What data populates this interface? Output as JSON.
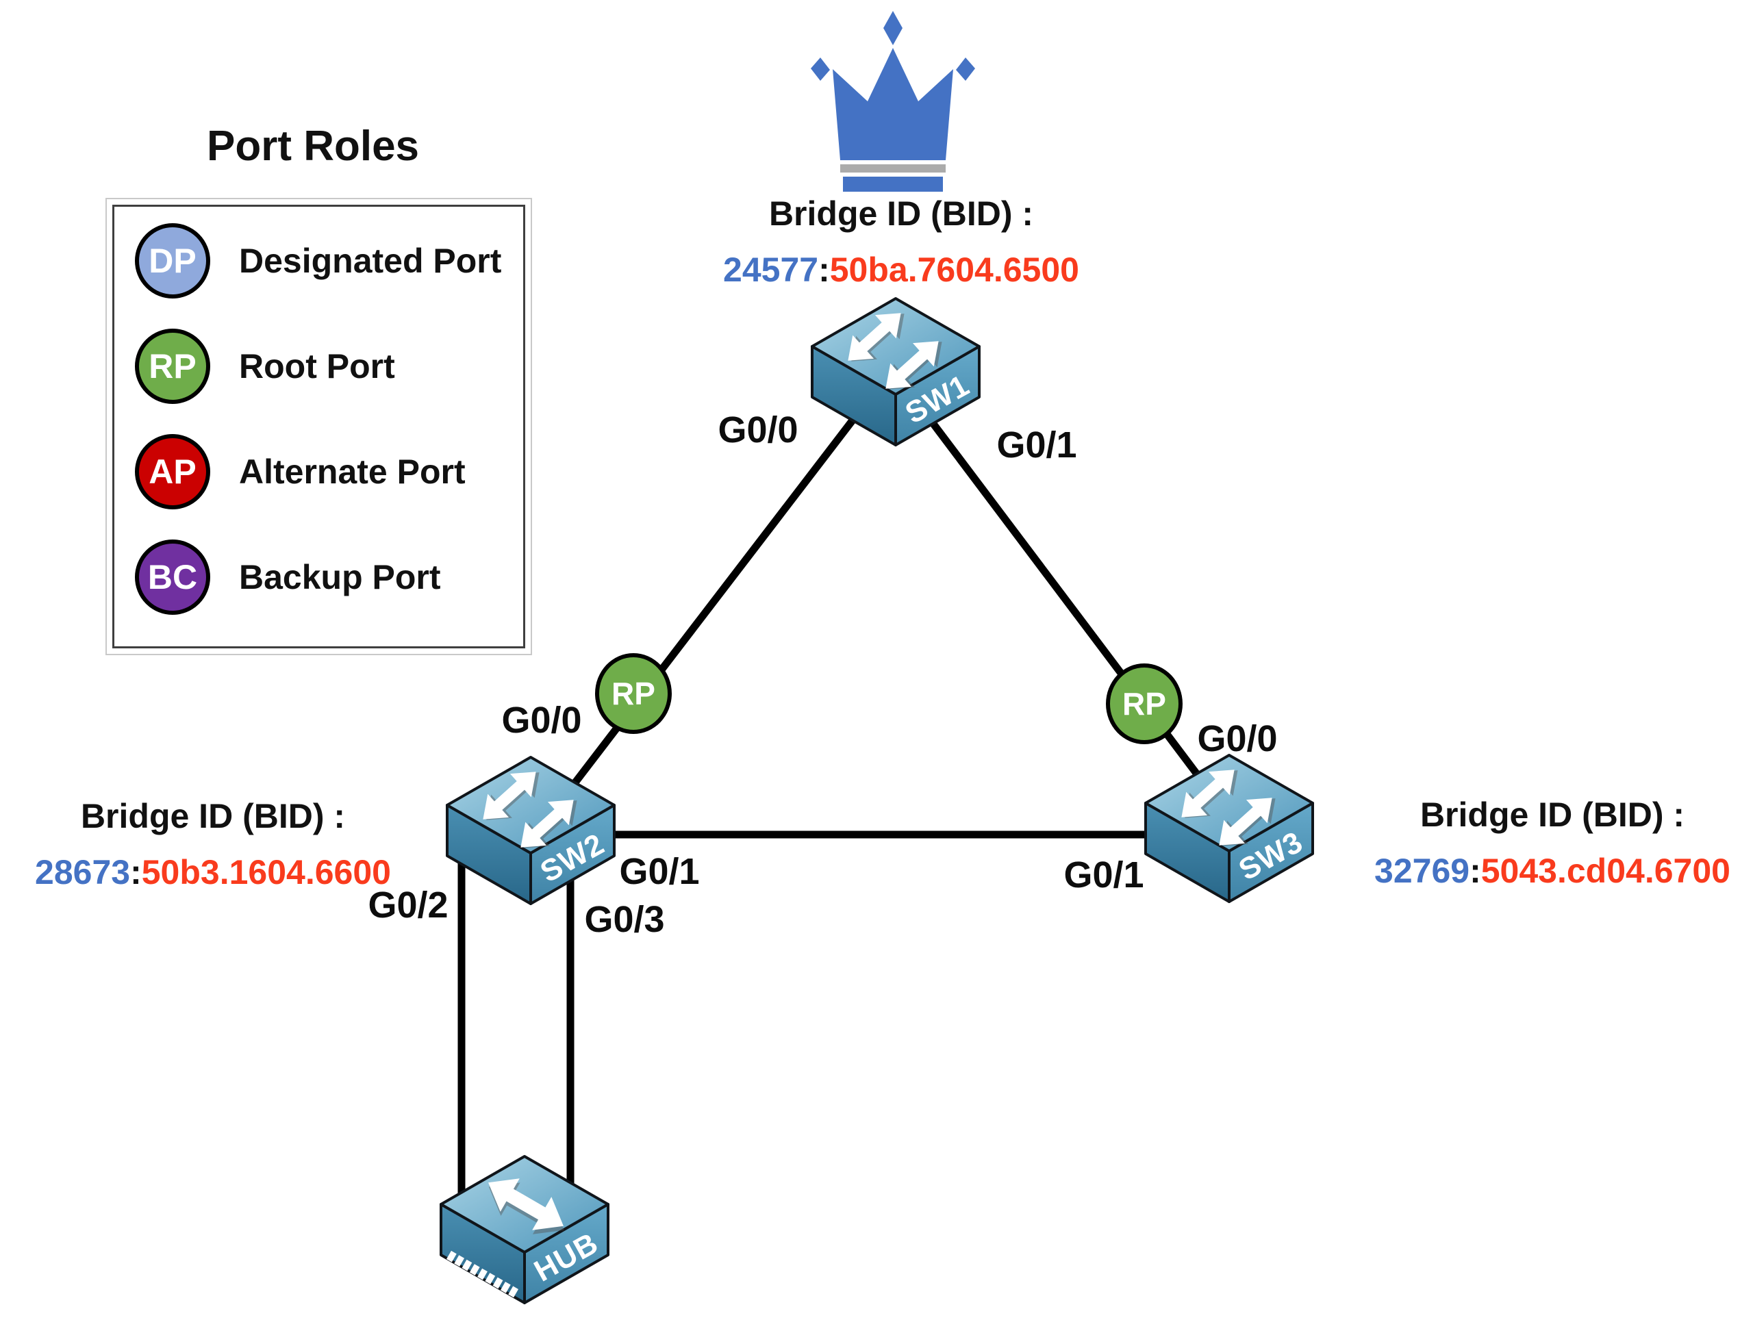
{
  "legend": {
    "title": "Port Roles",
    "items": [
      {
        "abbr": "DP",
        "label": "Designated Port",
        "color": "#8FA9DC"
      },
      {
        "abbr": "RP",
        "label": "Root Port",
        "color": "#6FAD4A"
      },
      {
        "abbr": "AP",
        "label": "Alternate Port",
        "color": "#CB0101"
      },
      {
        "abbr": "BC",
        "label": "Backup Port",
        "color": "#7030A0"
      }
    ]
  },
  "devices": {
    "sw1": "SW1",
    "sw2": "SW2",
    "sw3": "SW3",
    "hub": "HUB"
  },
  "bridge_ids": {
    "sw1": {
      "heading": "Bridge ID (BID) :",
      "priority": "24577",
      "colon": ":",
      "mac": "50ba.7604.6500"
    },
    "sw2": {
      "heading": "Bridge ID (BID) :",
      "priority": "28673",
      "colon": ":",
      "mac": "50b3.1604.6600"
    },
    "sw3": {
      "heading": "Bridge ID (BID) :",
      "priority": "32769",
      "colon": ":",
      "mac": "5043.cd04.6700"
    }
  },
  "ports": {
    "sw1": {
      "left": "G0/0",
      "right": "G0/1"
    },
    "sw2": {
      "top": "G0/0",
      "right": "G0/1",
      "bottom_left": "G0/2",
      "bottom_right": "G0/3"
    },
    "sw3": {
      "top": "G0/0",
      "left": "G0/1"
    }
  },
  "link_roles": {
    "sw2_root_port": "RP",
    "sw3_root_port": "RP"
  },
  "colors": {
    "bid_priority": "#4472C4",
    "bid_mac": "#F93B1D",
    "designated_port": "#8FA9DC",
    "root_port": "#6FAD4A",
    "alternate_port": "#CB0101",
    "backup_port": "#7030A0",
    "crown": "#4472C4",
    "link": "#000000"
  }
}
